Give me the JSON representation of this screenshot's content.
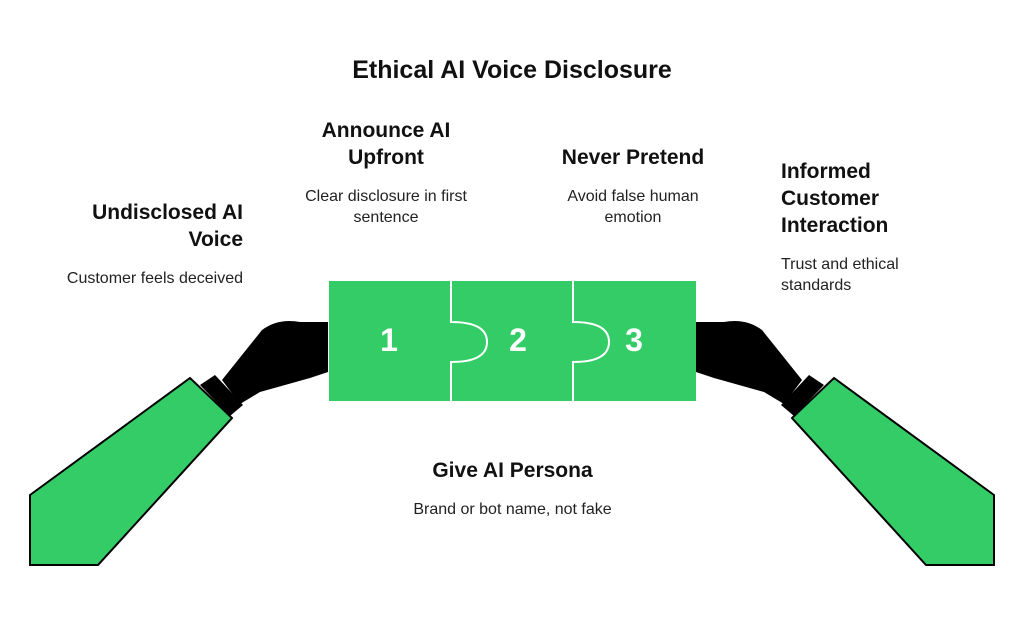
{
  "title": "Ethical AI Voice Disclosure",
  "colors": {
    "accent": "#33CC66",
    "hand": "#000000",
    "text": "#111111"
  },
  "icons": [
    "left-hand-icon",
    "right-hand-icon",
    "puzzle-piece-icon"
  ],
  "steps": [
    {
      "heading": "Undisclosed AI Voice",
      "description": "Customer feels deceived"
    },
    {
      "heading": "Announce AI Upfront",
      "description": "Clear disclosure in first sentence"
    },
    {
      "heading": "Give AI Persona",
      "description": "Brand or bot name, not fake"
    },
    {
      "heading": "Never Pretend",
      "description": "Avoid false human emotion"
    },
    {
      "heading": "Informed Customer Interaction",
      "description": "Trust and ethical standards"
    }
  ],
  "pieces": [
    {
      "number": "1"
    },
    {
      "number": "2"
    },
    {
      "number": "3"
    }
  ]
}
